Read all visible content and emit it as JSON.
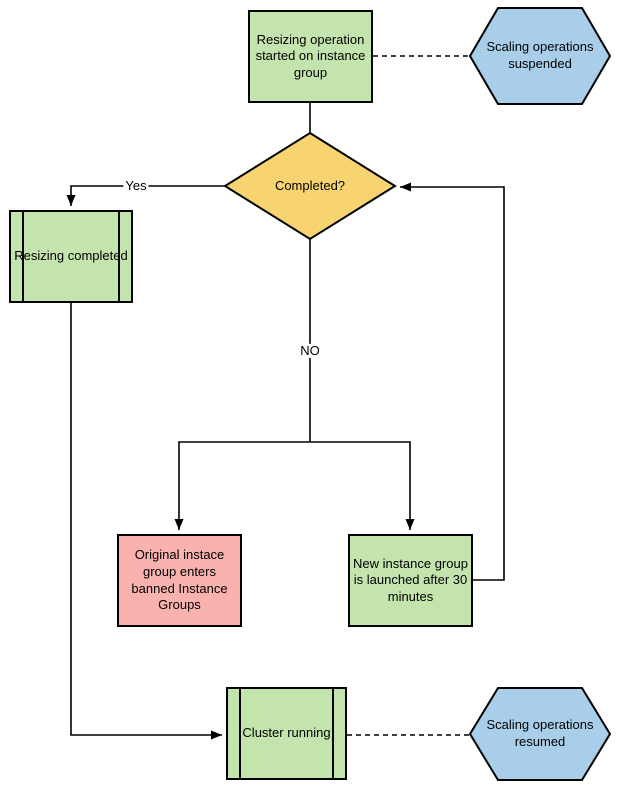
{
  "diagram": {
    "type": "flowchart",
    "background": "#ffffff",
    "colors": {
      "process_green": "#c4e4ad",
      "alert_pink": "#f9b2ad",
      "decision_yellow": "#f8d470",
      "hexagon_blue": "#a8cee9",
      "line": "#000000",
      "border": "#000000"
    },
    "nodes": {
      "start": {
        "shape": "process",
        "fill": "#c4e4ad",
        "label": "Resizing operation started on instance group"
      },
      "suspended": {
        "shape": "hexagon",
        "fill": "#a8cee9",
        "label": "Scaling operations suspended"
      },
      "completed": {
        "shape": "decision",
        "fill": "#f8d470",
        "label": "Completed?"
      },
      "resizing_completed": {
        "shape": "predefined-process",
        "fill": "#c4e4ad",
        "label": "Resizing completed"
      },
      "banned": {
        "shape": "process",
        "fill": "#f9b2ad",
        "label": "Original instace group enters banned Instance Groups"
      },
      "new_instance": {
        "shape": "process",
        "fill": "#c4e4ad",
        "label": "New instance group is launched after 30 minutes"
      },
      "cluster": {
        "shape": "predefined-process",
        "fill": "#c4e4ad",
        "label": "Cluster running"
      },
      "resumed": {
        "shape": "hexagon",
        "fill": "#a8cee9",
        "label": "Scaling operations resumed"
      }
    },
    "edge_labels": {
      "yes": "Yes",
      "no": "NO"
    },
    "edges": [
      {
        "from": "start",
        "to": "completed",
        "style": "solid",
        "arrow": false
      },
      {
        "from": "start",
        "to": "suspended",
        "style": "dashed",
        "arrow": false
      },
      {
        "from": "completed",
        "to": "resizing_completed",
        "style": "solid",
        "arrow": true,
        "label": "Yes"
      },
      {
        "from": "completed",
        "to": "banned",
        "style": "solid",
        "arrow": true,
        "label": "NO"
      },
      {
        "from": "completed",
        "to": "new_instance",
        "style": "solid",
        "arrow": true,
        "label": "NO"
      },
      {
        "from": "new_instance",
        "to": "completed",
        "style": "solid",
        "arrow": true
      },
      {
        "from": "resizing_completed",
        "to": "cluster",
        "style": "solid",
        "arrow": true
      },
      {
        "from": "cluster",
        "to": "resumed",
        "style": "dashed",
        "arrow": false
      }
    ]
  }
}
